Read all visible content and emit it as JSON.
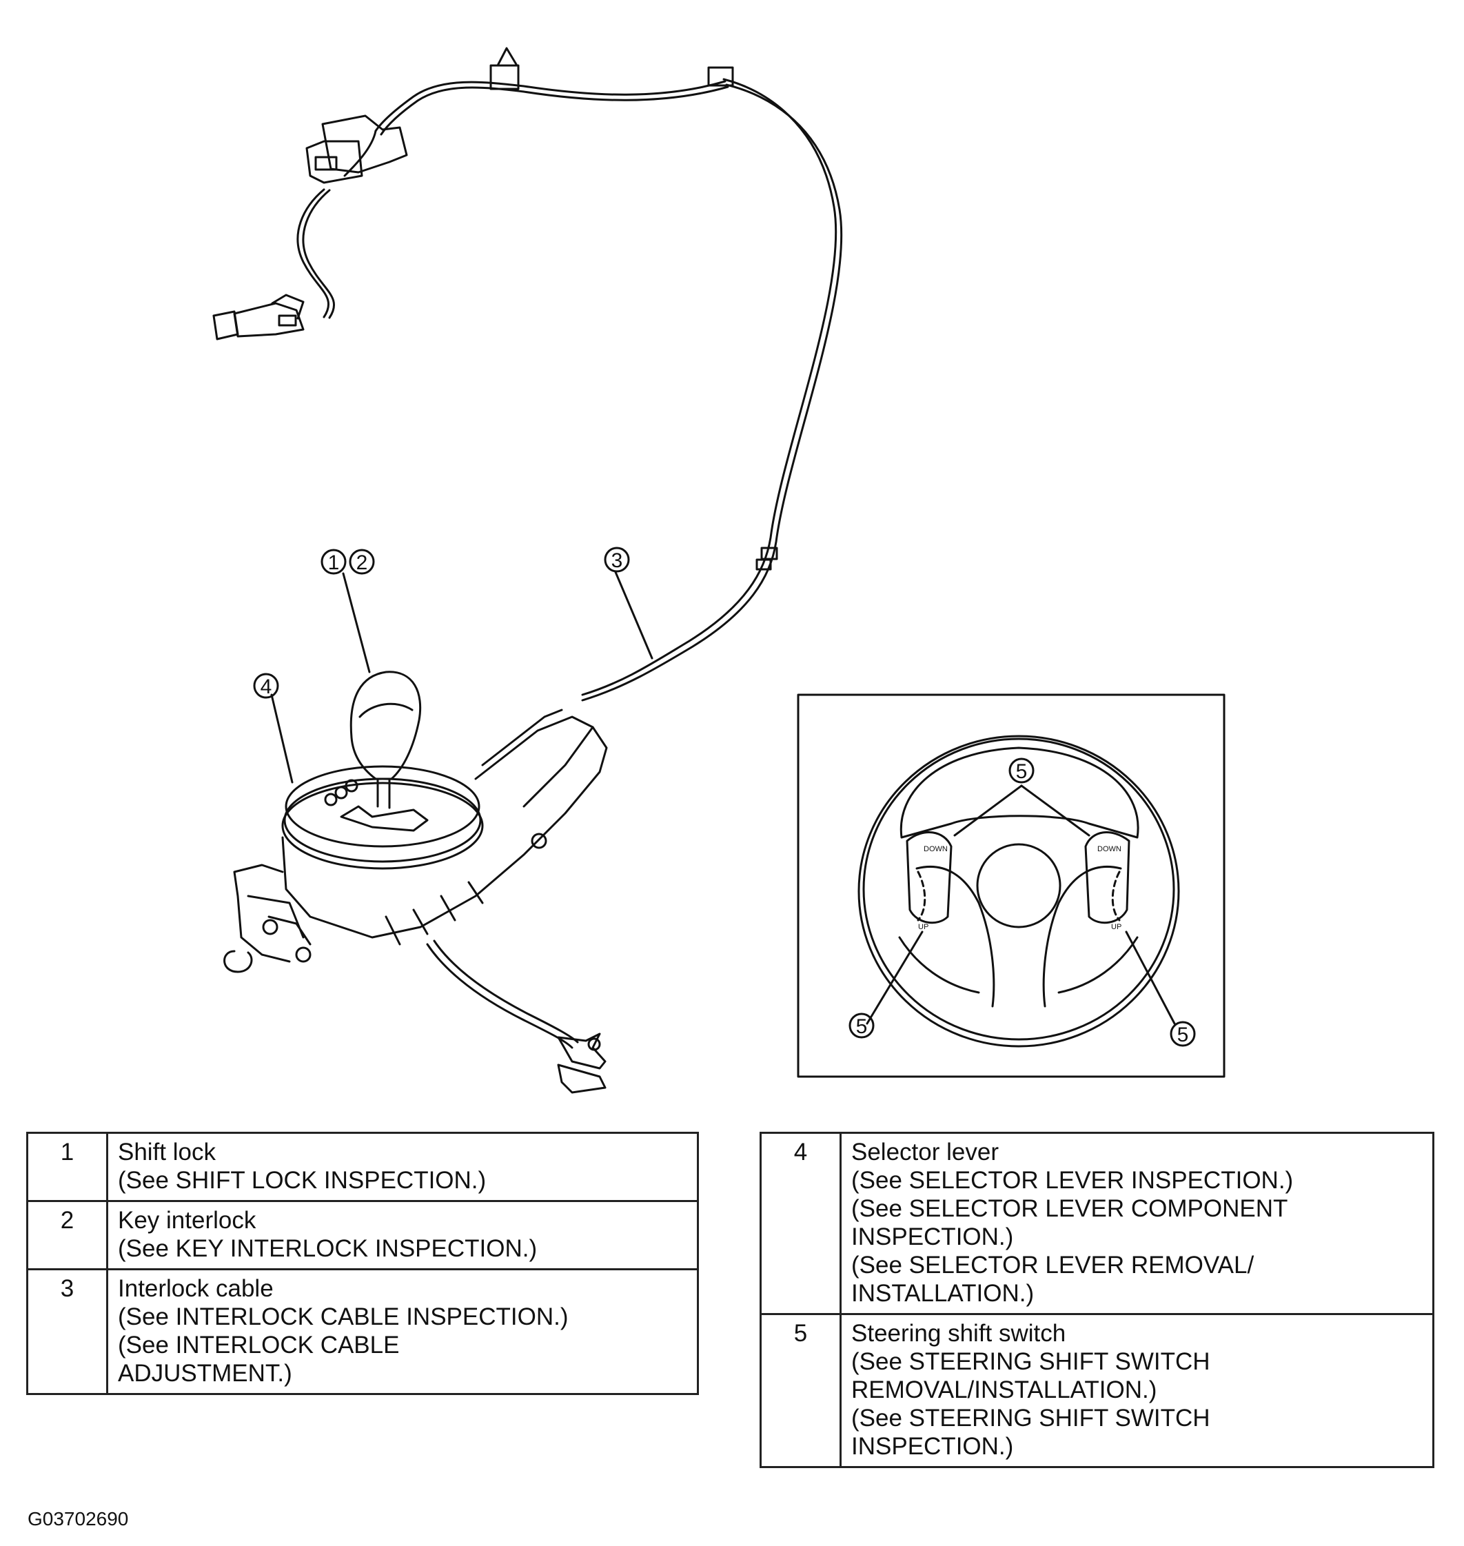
{
  "diagram": {
    "callouts": {
      "c1": "1",
      "c2": "2",
      "c3": "3",
      "c4": "4",
      "c5_top": "5",
      "c5_left": "5",
      "c5_right": "5"
    },
    "paddle_labels": {
      "down_left": "DOWN",
      "down_right": "DOWN",
      "up_left": "UP",
      "up_right": "UP"
    }
  },
  "table_left": [
    {
      "num": "1",
      "lines": [
        "Shift lock",
        "(See SHIFT LOCK INSPECTION.)"
      ]
    },
    {
      "num": "2",
      "lines": [
        "Key interlock",
        "(See KEY INTERLOCK INSPECTION.)"
      ]
    },
    {
      "num": "3",
      "lines": [
        "Interlock cable",
        "(See INTERLOCK CABLE INSPECTION.)",
        "(See INTERLOCK CABLE",
        "ADJUSTMENT.)"
      ]
    }
  ],
  "table_right": [
    {
      "num": "4",
      "lines": [
        "Selector lever",
        "(See SELECTOR LEVER INSPECTION.)",
        "(See SELECTOR LEVER COMPONENT",
        "INSPECTION.)",
        "(See SELECTOR LEVER REMOVAL/",
        "INSTALLATION.)"
      ]
    },
    {
      "num": "5",
      "lines": [
        "Steering shift switch",
        "(See STEERING SHIFT SWITCH",
        "REMOVAL/INSTALLATION.)",
        "(See STEERING SHIFT SWITCH",
        "INSPECTION.)"
      ]
    }
  ],
  "figure_code": "G03702690"
}
